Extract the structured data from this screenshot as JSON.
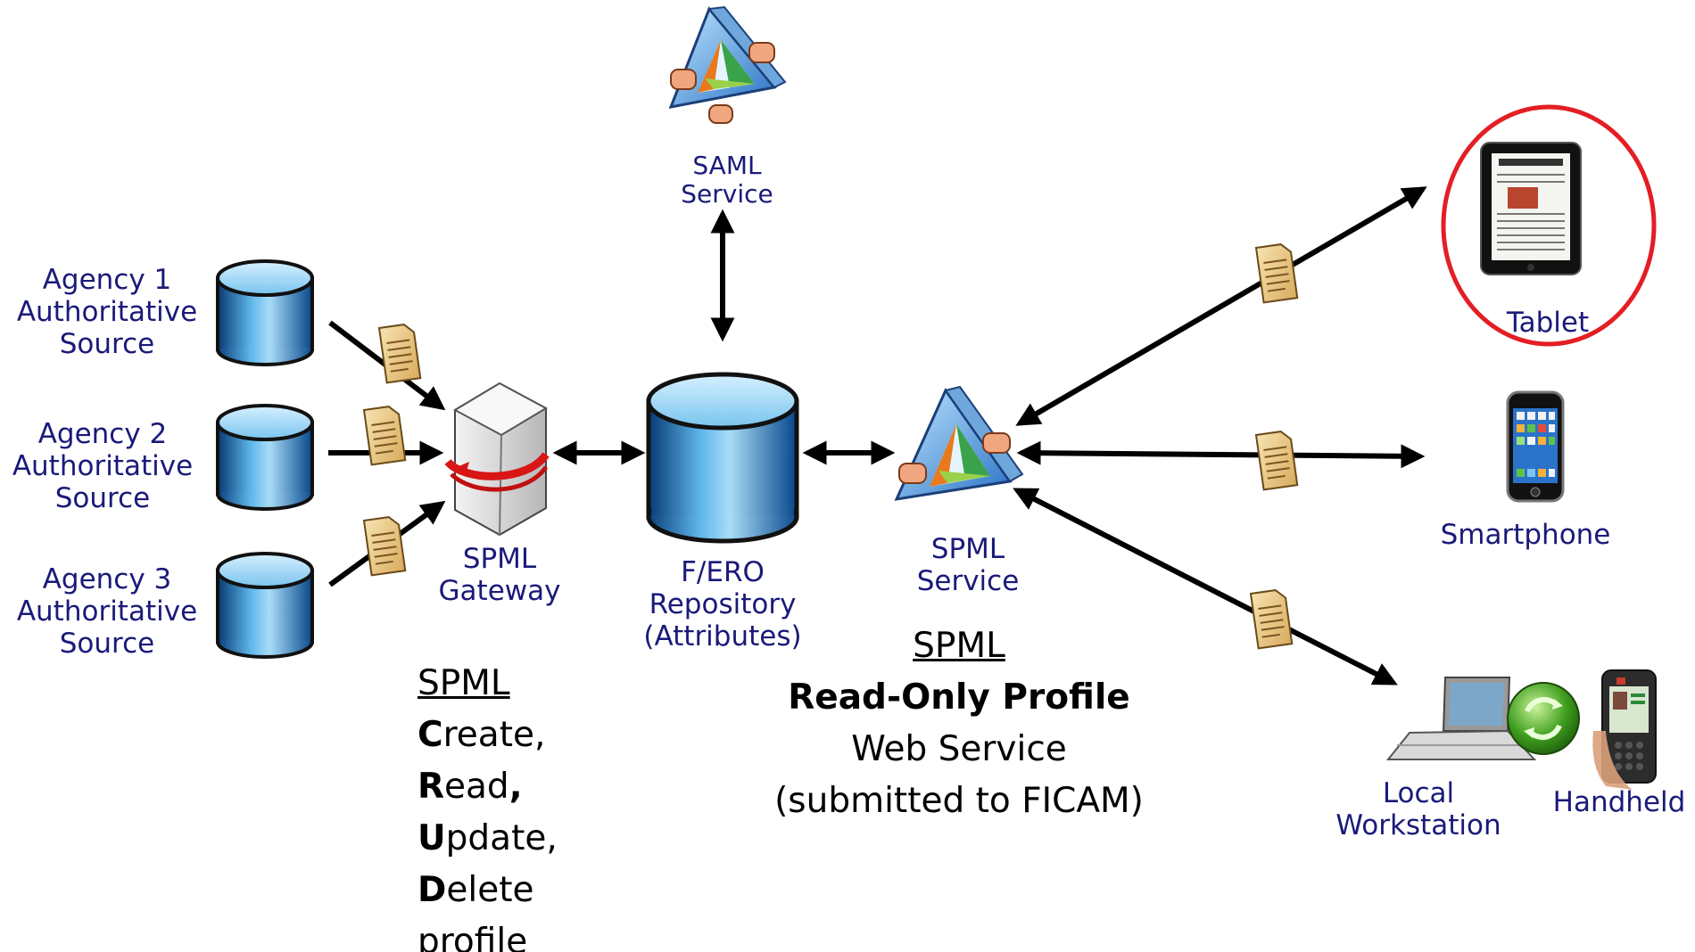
{
  "sources": [
    {
      "line1": "Agency 1",
      "line2": "Authoritative",
      "line3": "Source"
    },
    {
      "line1": "Agency 2",
      "line2": "Authoritative",
      "line3": "Source"
    },
    {
      "line1": "Agency 3",
      "line2": "Authoritative",
      "line3": "Source"
    }
  ],
  "gateway": {
    "line1": "SPML",
    "line2": "Gateway"
  },
  "repository": {
    "line1": "F/ERO",
    "line2": "Repository",
    "line3": "(Attributes)"
  },
  "saml": {
    "line1": "SAML",
    "line2": "Service"
  },
  "spml_service": {
    "line1": "SPML",
    "line2": "Service"
  },
  "crud_note": {
    "title": "SPML",
    "lines": [
      {
        "initial": "C",
        "rest": "reate,"
      },
      {
        "initial": "R",
        "rest": "ead",
        "tail": ","
      },
      {
        "initial": "U",
        "rest": "pdate,"
      },
      {
        "initial": "D",
        "rest": "elete"
      }
    ],
    "last": "profile"
  },
  "readonly_note": {
    "title": "SPML",
    "bold": "Read-Only Profile",
    "line3": "Web Service",
    "line4": "(submitted to FICAM)"
  },
  "devices": {
    "tablet": "Tablet",
    "smartphone": "Smartphone",
    "workstation_line1": "Local",
    "workstation_line2": "Workstation",
    "handheld": "Handheld"
  },
  "colors": {
    "label_text": "#1a1a7a",
    "cylinder_blue": "#1f7fc4",
    "arrow": "#000000",
    "highlight_ring": "#e31e24",
    "document": "#e9c98a"
  }
}
